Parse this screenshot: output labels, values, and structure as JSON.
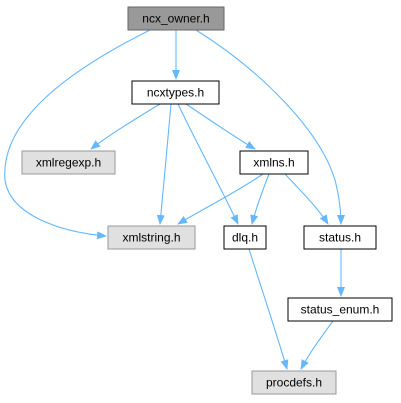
{
  "graph": {
    "nodes": [
      {
        "id": "ncx_owner",
        "label": "ncx_owner.h",
        "style": "root"
      },
      {
        "id": "ncxtypes",
        "label": "ncxtypes.h",
        "style": "local"
      },
      {
        "id": "xmlregexp",
        "label": "xmlregexp.h",
        "style": "external"
      },
      {
        "id": "xmlns",
        "label": "xmlns.h",
        "style": "local"
      },
      {
        "id": "xmlstring",
        "label": "xmlstring.h",
        "style": "external"
      },
      {
        "id": "dlq",
        "label": "dlq.h",
        "style": "local"
      },
      {
        "id": "status",
        "label": "status.h",
        "style": "local"
      },
      {
        "id": "status_enum",
        "label": "status_enum.h",
        "style": "local"
      },
      {
        "id": "procdefs",
        "label": "procdefs.h",
        "style": "external"
      }
    ],
    "edges": [
      {
        "from": "ncx_owner",
        "to": "ncxtypes"
      },
      {
        "from": "ncx_owner",
        "to": "xmlstring"
      },
      {
        "from": "ncx_owner",
        "to": "status"
      },
      {
        "from": "ncxtypes",
        "to": "xmlregexp"
      },
      {
        "from": "ncxtypes",
        "to": "xmlstring"
      },
      {
        "from": "ncxtypes",
        "to": "xmlns"
      },
      {
        "from": "ncxtypes",
        "to": "dlq"
      },
      {
        "from": "xmlns",
        "to": "xmlstring"
      },
      {
        "from": "xmlns",
        "to": "dlq"
      },
      {
        "from": "xmlns",
        "to": "status"
      },
      {
        "from": "dlq",
        "to": "procdefs"
      },
      {
        "from": "status",
        "to": "status_enum"
      },
      {
        "from": "status_enum",
        "to": "procdefs"
      }
    ],
    "colors": {
      "edge": "#63b8ff",
      "root_fill": "#999999",
      "root_stroke": "#666666",
      "local_fill": "#ffffff",
      "local_stroke": "#000000",
      "external_fill": "#e0e0e0",
      "external_stroke": "#999999"
    }
  }
}
